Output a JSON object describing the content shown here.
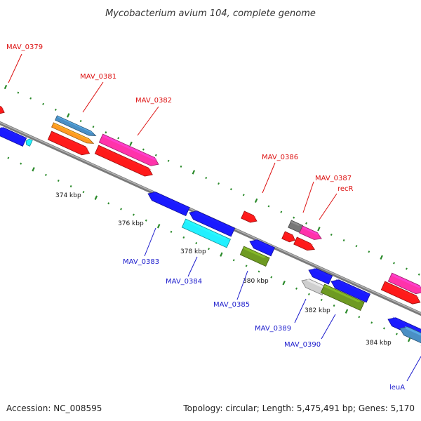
{
  "title": "Mycobacterium avium 104, complete genome",
  "accession": "Accession: NC_008595",
  "topology": "Topology: circular; Length: 5,475,491 bp; Genes: 5,170",
  "colors": {
    "backbone": "#8c8c8c",
    "tick": "#2a8a2a",
    "label_red": "#dd1111",
    "label_blue": "#1a1acc",
    "gene_red": "#ff1a1a",
    "gene_blue": "#1a1aff",
    "gene_pink": "#ff33aa",
    "gene_cyan": "#22f0ff",
    "gene_olive": "#6e9a22",
    "gene_steel": "#4a8fc4",
    "gene_orange": "#ff9922",
    "gene_grey": "#777777",
    "gene_silver": "#cfcfcf"
  },
  "scale_labels": [
    {
      "label": "374 kbp",
      "kbp": 374
    },
    {
      "label": "376 kbp",
      "kbp": 376
    },
    {
      "label": "378 kbp",
      "kbp": 378
    },
    {
      "label": "380 kbp",
      "kbp": 380
    },
    {
      "label": "382 kbp",
      "kbp": 382
    },
    {
      "label": "384 kbp",
      "kbp": 384
    }
  ],
  "forward_gene_labels": [
    "MAV_0379",
    "MAV_0381",
    "MAV_0382",
    "MAV_0386",
    "MAV_0387",
    "recR"
  ],
  "reverse_gene_labels": [
    "MAV_0383",
    "MAV_0384",
    "MAV_0385",
    "MAV_0389",
    "MAV_0390",
    "leuA"
  ]
}
